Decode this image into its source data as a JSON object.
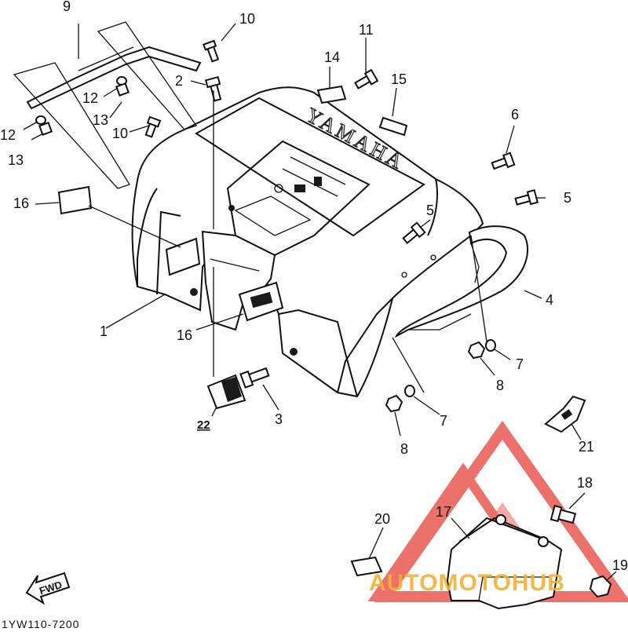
{
  "diagram": {
    "brand_marking": "YAMAHA",
    "fwd_label": "FWD",
    "drawing_code": "1YW110-7200",
    "callouts": [
      {
        "id": "c1",
        "text": "1"
      },
      {
        "id": "c2",
        "text": "2"
      },
      {
        "id": "c3",
        "text": "3"
      },
      {
        "id": "c4",
        "text": "4"
      },
      {
        "id": "c5a",
        "text": "5"
      },
      {
        "id": "c5b",
        "text": "5"
      },
      {
        "id": "c6",
        "text": "6"
      },
      {
        "id": "c7a",
        "text": "7"
      },
      {
        "id": "c7b",
        "text": "7"
      },
      {
        "id": "c8a",
        "text": "8"
      },
      {
        "id": "c8b",
        "text": "8"
      },
      {
        "id": "c9",
        "text": "9"
      },
      {
        "id": "c10a",
        "text": "10"
      },
      {
        "id": "c10b",
        "text": "10"
      },
      {
        "id": "c11",
        "text": "11"
      },
      {
        "id": "c12a",
        "text": "12"
      },
      {
        "id": "c12b",
        "text": "12"
      },
      {
        "id": "c13a",
        "text": "13"
      },
      {
        "id": "c13b",
        "text": "13"
      },
      {
        "id": "c14",
        "text": "14"
      },
      {
        "id": "c15",
        "text": "15"
      },
      {
        "id": "c16a",
        "text": "16"
      },
      {
        "id": "c16b",
        "text": "16"
      },
      {
        "id": "c17",
        "text": "17"
      },
      {
        "id": "c18",
        "text": "18"
      },
      {
        "id": "c19",
        "text": "19"
      },
      {
        "id": "c20",
        "text": "20"
      },
      {
        "id": "c21",
        "text": "21"
      },
      {
        "id": "c22",
        "text": "22"
      }
    ]
  },
  "watermark": {
    "text": "AUTOMOTOHUB",
    "color_triangle": "#e8423a",
    "color_text": "#f2b134"
  }
}
